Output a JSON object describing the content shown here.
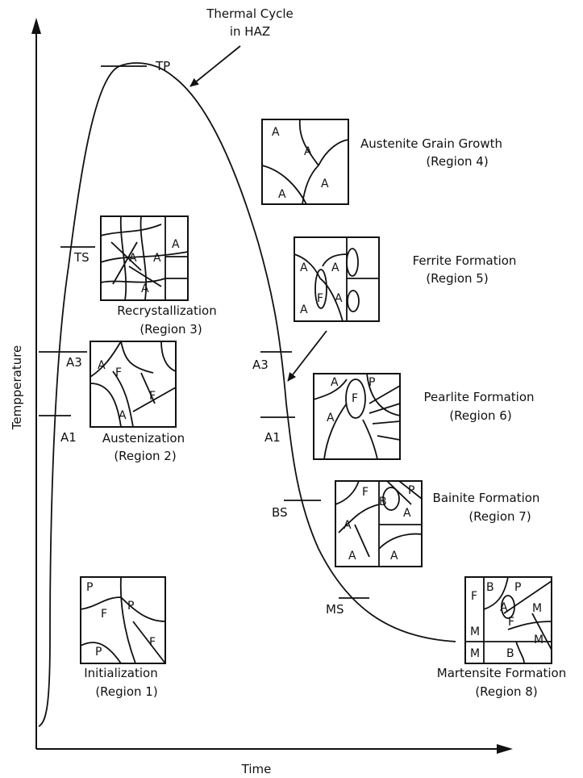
{
  "axes": {
    "x_label": "Time",
    "y_label": "Tempperature"
  },
  "callout": {
    "line1": "Thermal Cycle",
    "line2": "in HAZ"
  },
  "temperature_marks": {
    "tp": "TP",
    "ts": "TS",
    "a3_heating": "A3",
    "a1_heating": "A1",
    "a3_cooling": "A3",
    "a1_cooling": "A1",
    "bs": "BS",
    "ms": "MS"
  },
  "regions": [
    {
      "name": "Initialization",
      "number": "(Region 1)",
      "grains": [
        "P",
        "F",
        "P",
        "P",
        "F"
      ]
    },
    {
      "name": "Austenization",
      "number": "(Region 2)",
      "grains": [
        "A",
        "F",
        "F",
        "A"
      ]
    },
    {
      "name": "Recrystallization",
      "number": "(Region 3)",
      "grains": [
        "A",
        "A",
        "A",
        "A"
      ]
    },
    {
      "name": "Austenite Grain Growth",
      "number": "(Region 4)",
      "grains": [
        "A",
        "A",
        "A",
        "A"
      ]
    },
    {
      "name": "Ferrite Formation",
      "number": "(Region 5)",
      "grains": [
        "A",
        "A",
        "F",
        "A",
        "A"
      ]
    },
    {
      "name": "Pearlite Formation",
      "number": "(Region 6)",
      "grains": [
        "A",
        "F",
        "P",
        "A"
      ]
    },
    {
      "name": "Bainite Formation",
      "number": "(Region 7)",
      "grains": [
        "F",
        "B",
        "P",
        "A",
        "A",
        "A",
        "A"
      ]
    },
    {
      "name": "Martensite Formation",
      "number": "(Region 8)",
      "grains": [
        "F",
        "B",
        "P",
        "A",
        "F",
        "M",
        "M",
        "M",
        "M",
        "B"
      ]
    }
  ]
}
